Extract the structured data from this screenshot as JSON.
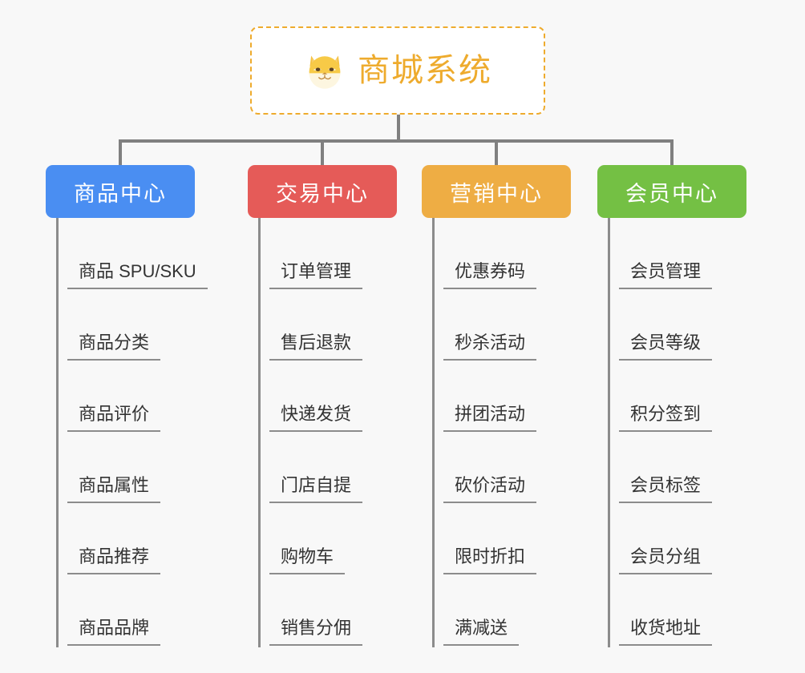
{
  "diagram": {
    "type": "org-chart",
    "background_color": "#f8f8f8",
    "root": {
      "title": "商城系统",
      "icon": "shiba-dog-face-emoji",
      "text_color": "#eeab2d",
      "border_color": "#eeab2d",
      "border_style": "dashed",
      "fill_color": "#ffffff"
    },
    "connector_color": "#808080",
    "columns": [
      {
        "header": "商品中心",
        "color": "#4a8ef2",
        "items": [
          "商品 SPU/SKU",
          "商品分类",
          "商品评价",
          "商品属性",
          "商品推荐",
          "商品品牌"
        ]
      },
      {
        "header": "交易中心",
        "color": "#e55b58",
        "items": [
          "订单管理",
          "售后退款",
          "快递发货",
          "门店自提",
          "购物车",
          "销售分佣"
        ]
      },
      {
        "header": "营销中心",
        "color": "#eead44",
        "items": [
          "优惠券码",
          "秒杀活动",
          "拼团活动",
          "砍价活动",
          "限时折扣",
          "满减送"
        ]
      },
      {
        "header": "会员中心",
        "color": "#74c044",
        "items": [
          "会员管理",
          "会员等级",
          "积分签到",
          "会员标签",
          "会员分组",
          "收货地址"
        ]
      }
    ]
  }
}
